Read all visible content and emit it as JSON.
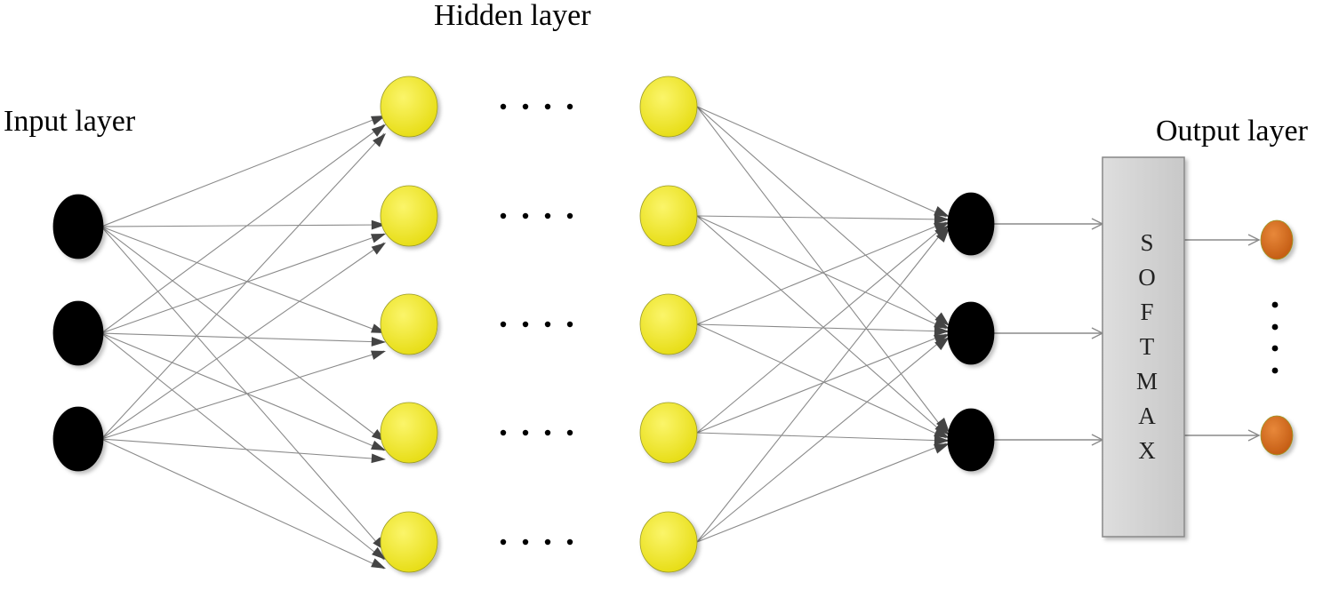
{
  "labels": {
    "input": "Input layer",
    "hidden": "Hidden layer",
    "output": "Output layer"
  },
  "softmax": {
    "letters": [
      "S",
      "O",
      "F",
      "T",
      "M",
      "A",
      "X"
    ]
  },
  "colors": {
    "input_node": "#000000",
    "hidden_node": "#f0e81e",
    "penultimate_node": "#000000",
    "output_node": "#d2691e",
    "softmax_fill": "#d2d2d2",
    "edge": "#8a8a8a",
    "arrowhead": "#444444"
  }
}
